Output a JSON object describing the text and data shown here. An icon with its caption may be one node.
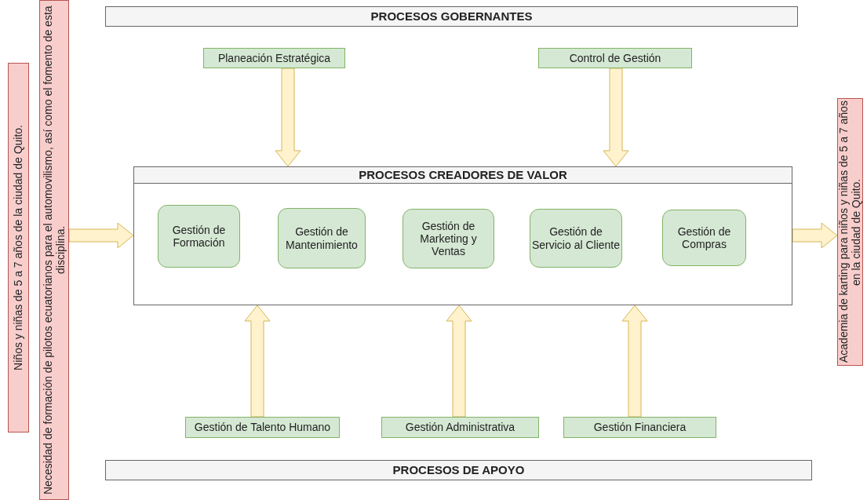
{
  "diagram": {
    "nodes": [
      {
        "text": [
          "Niños y niñas de 5 a 7 años de la ciudad de Quito."
        ]
      },
      {
        "text": [
          "Necesidad de  formación de pilotos ecuatorianos para el automovilismo, así como el fomento de esta disciplina."
        ]
      },
      {
        "text": [
          "PROCESOS GOBERNANTES"
        ]
      },
      {
        "text": [
          "Planeación Estratégica"
        ]
      },
      {
        "text": [
          "Control de Gestión"
        ]
      },
      {
        "text": [
          "PROCESOS CREADORES DE VALOR"
        ]
      },
      {
        "text": [
          "Gestión de Formación"
        ],
        "in": 5
      },
      {
        "text": [
          "Gestión de Mantenimiento"
        ],
        "in": 5
      },
      {
        "text": [
          "Gestión de Marketing y Ventas"
        ],
        "in": 5
      },
      {
        "text": [
          "Gestión de Servicio al Cliente"
        ],
        "in": 5
      },
      {
        "text": [
          "Gestión de Compras"
        ],
        "in": 5
      },
      {
        "text": [
          "Gestión de Talento Humano"
        ]
      },
      {
        "text": [
          "Gestión Administrativa"
        ]
      },
      {
        "text": [
          "Gestión Financiera"
        ]
      },
      {
        "text": [
          "PROCESOS DE APOYO"
        ]
      },
      {
        "text": [
          "Academia de karting para niños y niñas de 5 a 7 años en la ciudad de Quito."
        ]
      }
    ],
    "edges": [
      {
        "from": 3,
        "to": 5,
        "arrow": "to"
      },
      {
        "from": 4,
        "to": 5,
        "arrow": "to"
      },
      {
        "from": 1,
        "to": 5,
        "arrow": "to"
      },
      {
        "from": 5,
        "to": 15,
        "arrow": "to"
      },
      {
        "from": 11,
        "to": 5,
        "arrow": "to"
      },
      {
        "from": 12,
        "to": 5,
        "arrow": "to"
      },
      {
        "from": 13,
        "to": 5,
        "arrow": "to"
      }
    ]
  }
}
